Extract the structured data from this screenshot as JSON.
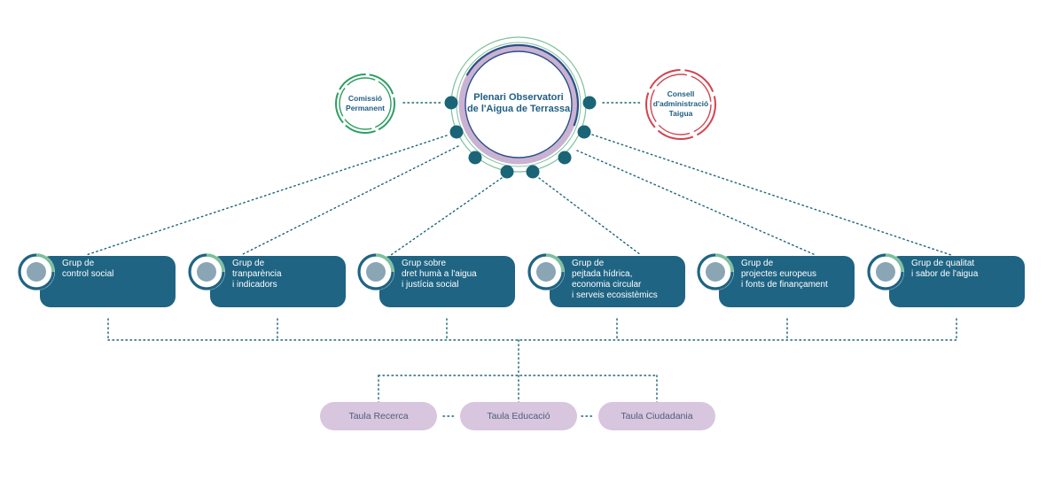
{
  "center": {
    "title_line1": "Plenari Observatori",
    "title_line2": "de l'Aigua de Terrassa"
  },
  "left_node": {
    "line1": "Comissió",
    "line2": "Permanent",
    "color": "#2e9e63"
  },
  "right_node": {
    "line1": "Consell",
    "line2": "d'administració",
    "line3": "Taigua",
    "color": "#d2444f"
  },
  "groups": [
    {
      "lines": [
        "Grup de",
        "control social"
      ]
    },
    {
      "lines": [
        "Grup de",
        "tranparència",
        "i indicadors"
      ]
    },
    {
      "lines": [
        "Grup sobre",
        "dret humà a l'aigua",
        "i justícia social"
      ]
    },
    {
      "lines": [
        "Grup de",
        "pejtada hídrica,",
        "economia circular",
        "i serveis ecosistèmics"
      ]
    },
    {
      "lines": [
        "Grup de",
        "projectes europeus",
        "i fonts de finançament"
      ]
    },
    {
      "lines": [
        "Grup de qualitat",
        "i sabor de l'aigua"
      ]
    }
  ],
  "tables": [
    "Taula Recerca",
    "Taula Educació",
    "Taula Ciudadania"
  ],
  "colors": {
    "card": "#1f6483",
    "dot": "#1a6478",
    "ring_green": "#7bc29a",
    "ring_purple": "#c9b2d2",
    "ring_navy": "#2c4f88",
    "pill": "#d8c5de",
    "badge_fill": "#8aa5b4"
  }
}
